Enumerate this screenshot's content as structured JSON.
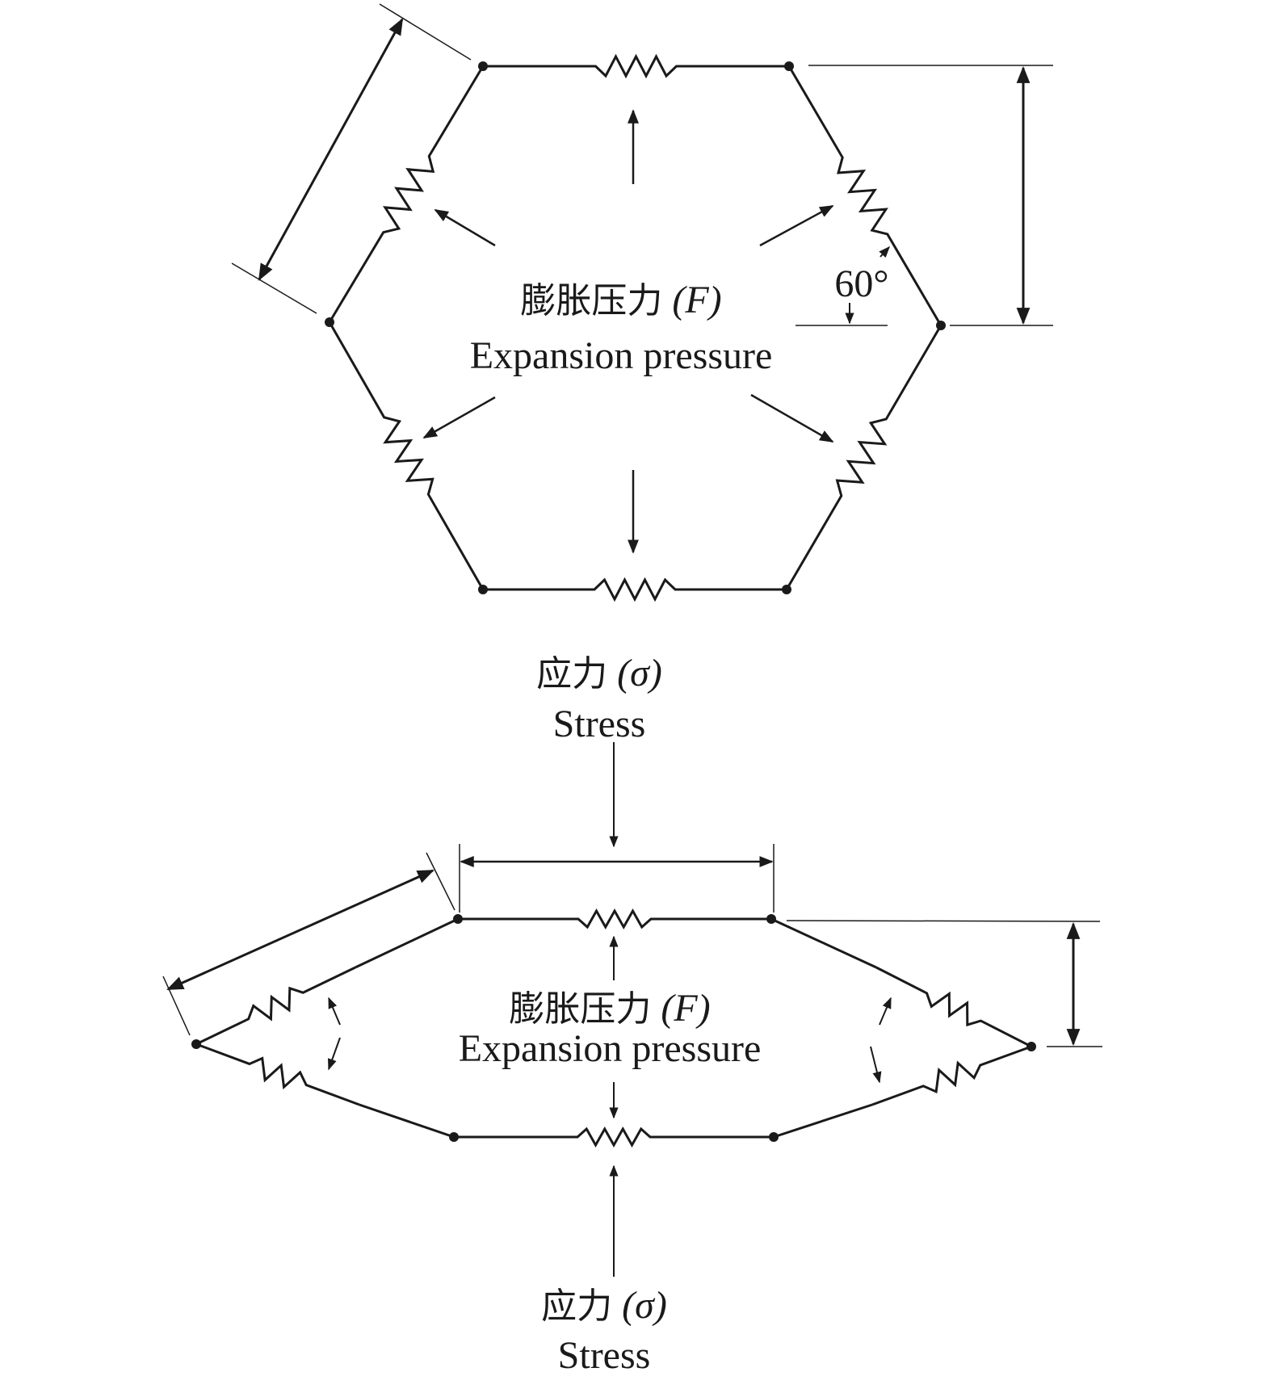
{
  "top_diagram": {
    "force_label_zh": "膨胀压力",
    "force_symbol": "(F)",
    "force_label_en": "Expansion pressure",
    "angle_label": "60°"
  },
  "stress_top": {
    "label_zh": "应力",
    "symbol": "(σ)",
    "label_en": "Stress"
  },
  "bottom_diagram": {
    "force_label_zh": "膨胀压力",
    "force_symbol": "(F)",
    "force_label_en": "Expansion pressure"
  },
  "stress_bottom": {
    "label_zh": "应力",
    "symbol": "(σ)",
    "label_en": "Stress"
  },
  "colors": {
    "stroke": "#1a1a1a",
    "background": "#ffffff"
  }
}
